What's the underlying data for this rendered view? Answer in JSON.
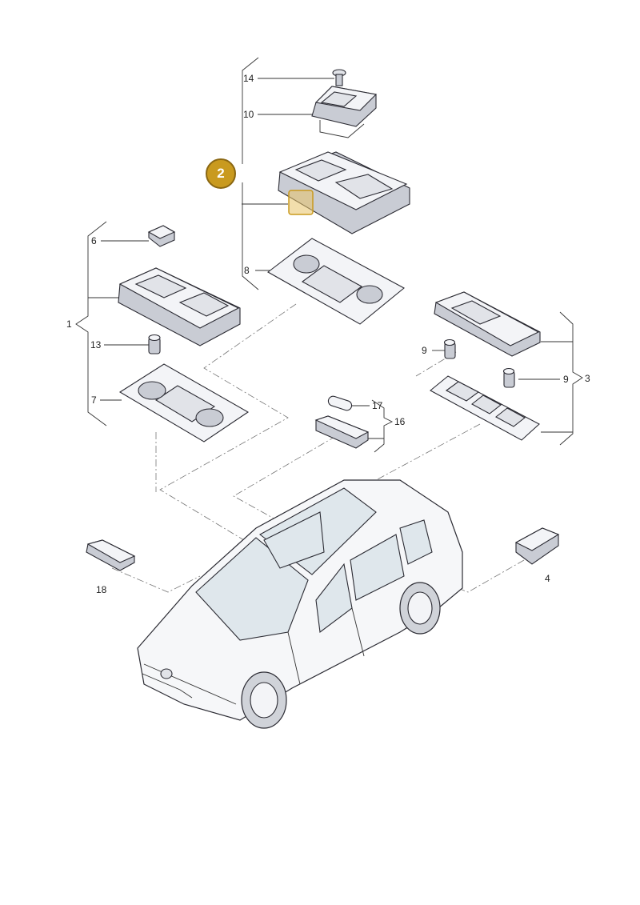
{
  "callouts": {
    "c1": "1",
    "c3": "3",
    "c4": "4",
    "c6": "6",
    "c7": "7",
    "c8": "8",
    "c9a": "9",
    "c9b": "9",
    "c10": "10",
    "c13": "13",
    "c14": "14",
    "c16": "16",
    "c17": "17",
    "c18": "18"
  },
  "badge": {
    "label": "2"
  },
  "colors": {
    "badge": "#c99a1f",
    "highlight": "#e8c267",
    "line": "#333333"
  }
}
